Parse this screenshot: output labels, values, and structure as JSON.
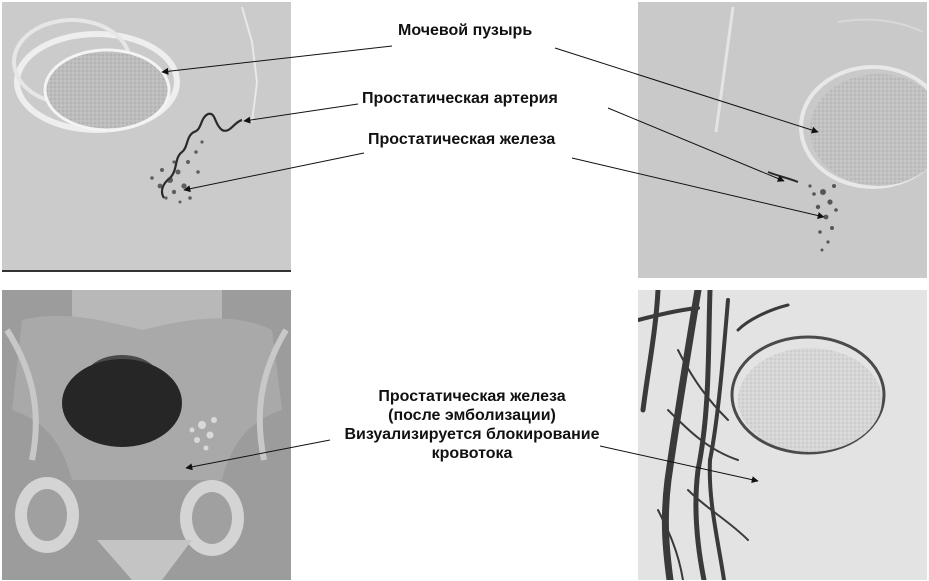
{
  "labels": {
    "bladder": "Мочевой пузырь",
    "artery": "Простатическая артерия",
    "gland": "Простатическая железа",
    "post_line1": "Простатическая железа",
    "post_line2": "(после эмболизации)",
    "post_line3": "Визуализируется блокирование",
    "post_line4": "кровотока"
  },
  "panels": [
    {
      "id": "top-left",
      "kind": "angiogram"
    },
    {
      "id": "top-right",
      "kind": "angiogram"
    },
    {
      "id": "bottom-left",
      "kind": "pelvic x-ray"
    },
    {
      "id": "bottom-right",
      "kind": "angiogram"
    }
  ],
  "colors": {
    "arrow": "#111111",
    "text": "#111111",
    "background": "#ffffff"
  }
}
